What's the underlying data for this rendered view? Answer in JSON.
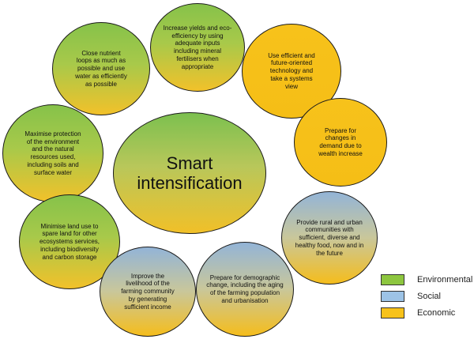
{
  "center": {
    "line1": "Smart",
    "line2": "intensification"
  },
  "bubbles": [
    {
      "id": "yields",
      "text": "Increase yields and eco-efficiency by using adequate inputs including mineral fertilisers when appropriate"
    },
    {
      "id": "nutrient",
      "text": "Close nutrient loops as much as possible and use water as efficiently as possible"
    },
    {
      "id": "technology",
      "text": "Use efficient and future-oriented technology and take a systems view"
    },
    {
      "id": "environment",
      "text": "Maximise protection of the environment and the natural resources used, including soils and surface water"
    },
    {
      "id": "demand",
      "text": "Prepare for changes in demand due to wealth increase"
    },
    {
      "id": "land",
      "text": "Minimise land use to spare land for other ecosystems services, including biodiversity and carbon storage"
    },
    {
      "id": "food",
      "text": "Provide rural and urban communities with sufficient, diverse and healthy food, now and in the future"
    },
    {
      "id": "livelihood",
      "text": "Improve the livelihood of the farming community by generating sufficient income"
    },
    {
      "id": "demographic",
      "text": "Prepare for demographic change, including the aging of the farming population and urbanisation"
    }
  ],
  "legend": [
    {
      "label": "Environmental",
      "color": "#8dc63f"
    },
    {
      "label": "Social",
      "color": "#9dc3e6"
    },
    {
      "label": "Economic",
      "color": "#f7c21b"
    }
  ]
}
